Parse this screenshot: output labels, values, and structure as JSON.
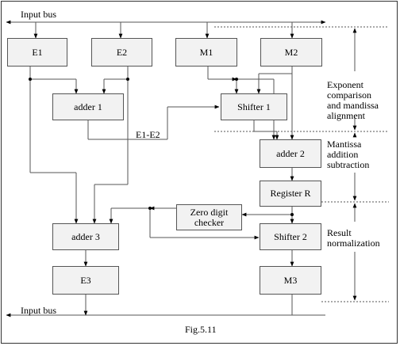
{
  "diagram": {
    "input_bus_top": "Input bus",
    "input_bus_bottom": "Input bus",
    "blocks": {
      "e1": "E1",
      "e2": "E2",
      "m1": "M1",
      "m2": "M2",
      "adder1": "adder 1",
      "shifter1": "Shifter 1",
      "adder2": "adder 2",
      "register_r": "Register R",
      "zero_digit_checker": "Zero digit checker",
      "shifter2": "Shifter 2",
      "adder3": "adder 3",
      "e3": "E3",
      "m3": "M3"
    },
    "wire_label_e1_e2": "E1-E2",
    "stages": {
      "stage1": "Exponent comparison and mandissa alignment",
      "stage2": "Mantissa addition subtraction",
      "stage2_lines": [
        "Mantissa",
        "addition",
        "subtraction"
      ],
      "stage1_lines": [
        "Exponent",
        "comparison",
        "and mandissa",
        "alignment"
      ],
      "stage3_lines": [
        "Result",
        "normalization"
      ]
    },
    "caption": "Fig.5.11"
  }
}
